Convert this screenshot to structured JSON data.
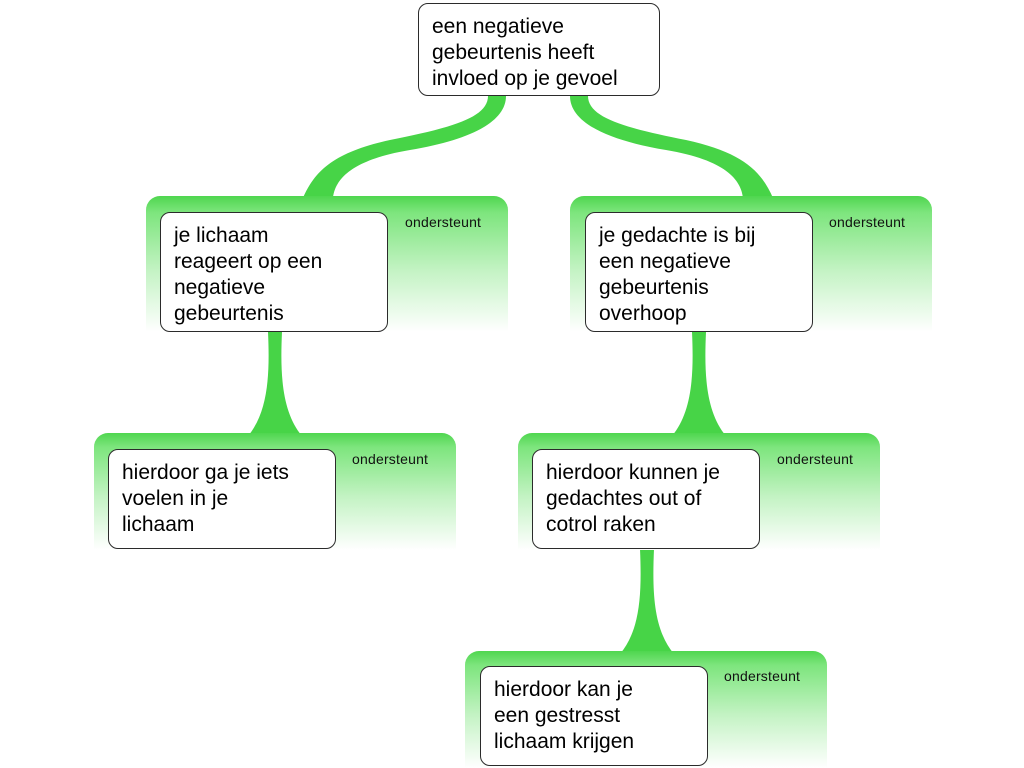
{
  "colors": {
    "accent": "#47d447",
    "box_border": "#2b2b2b",
    "background": "#ffffff"
  },
  "diagram": {
    "root": {
      "text": "een negatieve\ngebeurtenis heeft\ninvloed op je gevoel"
    },
    "nodes": [
      {
        "text": "je lichaam\nreageert op een\nnegatieve\ngebeurtenis",
        "tag": "ondersteunt"
      },
      {
        "text": "je gedachte is bij\neen negatieve\ngebeurtenis\noverhoop",
        "tag": "ondersteunt"
      },
      {
        "text": "hierdoor ga je iets\nvoelen in je\nlichaam",
        "tag": "ondersteunt"
      },
      {
        "text": "hierdoor kunnen je\ngedachtes out of\ncotrol raken",
        "tag": "ondersteunt"
      },
      {
        "text": "hierdoor kan je\neen gestresst\nlichaam krijgen",
        "tag": "ondersteunt"
      }
    ]
  }
}
